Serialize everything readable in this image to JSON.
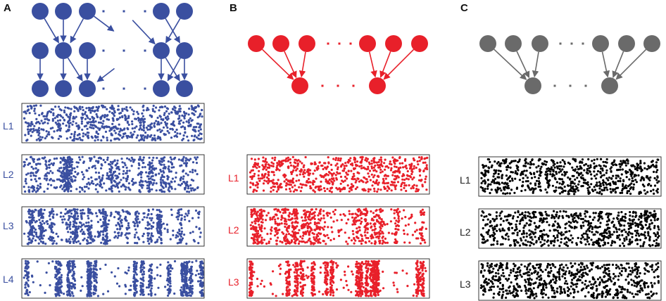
{
  "panels": [
    {
      "label": "A",
      "color": "#3a4fa0",
      "layer_labels": [
        "L1",
        "L2",
        "L3",
        "L4"
      ],
      "raster_character": [
        "uniform",
        "weak-stripes",
        "stripes",
        "strong-stripes"
      ]
    },
    {
      "label": "B",
      "color": "#e8202a",
      "layer_labels": [
        "L1",
        "L2",
        "L3"
      ],
      "raster_character": [
        "uniform",
        "stripes",
        "strong-stripes"
      ]
    },
    {
      "label": "C",
      "color": "#6a6a6a",
      "raster_color": "#000000",
      "layer_labels_color": "#222222",
      "layer_labels": [
        "L1",
        "L2",
        "L3"
      ],
      "raster_character": [
        "uniform",
        "uniform",
        "uniform"
      ]
    }
  ]
}
